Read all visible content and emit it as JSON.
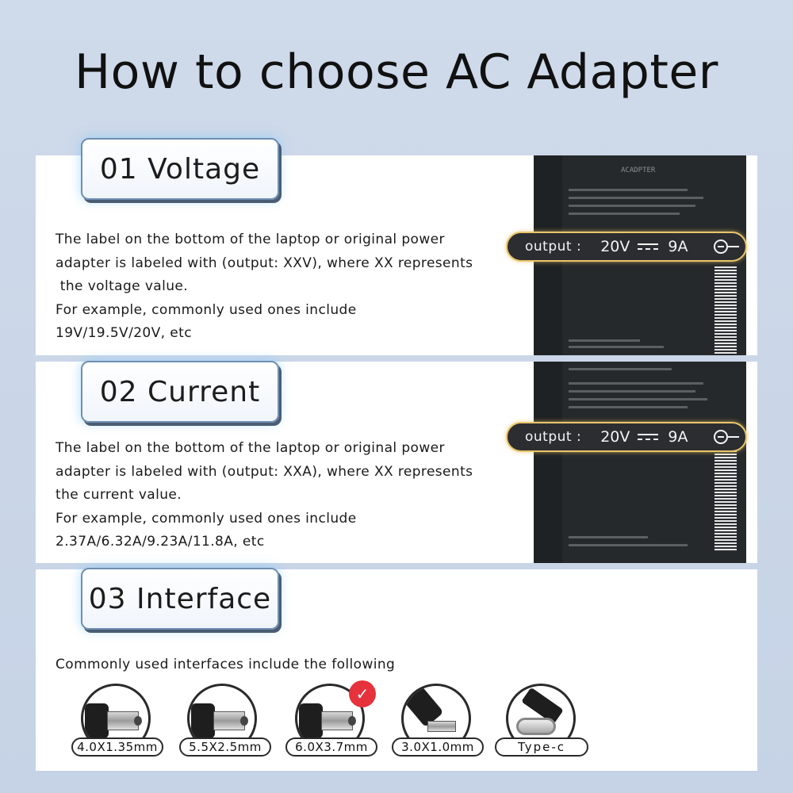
{
  "title": "How to choose AC Adapter",
  "sections": [
    {
      "heading": "01 Voltage",
      "lines": [
        "The label on the bottom of the laptop or original power",
        "adapter is labeled with (output: XXV), where XX represents",
        " the voltage value.",
        "For example, commonly used ones include",
        "19V/19.5V/20V, etc"
      ],
      "output": {
        "label": "output :",
        "voltage": "20V",
        "current": "9A"
      }
    },
    {
      "heading": "02 Current",
      "lines": [
        "The label on the bottom of the laptop or original power",
        "adapter is labeled with (output: XXA), where XX represents",
        "the current value.",
        "For example, commonly used ones include",
        "2.37A/6.32A/9.23A/11.8A, etc"
      ],
      "output": {
        "label": "output :",
        "voltage": "20V",
        "current": "9A"
      }
    },
    {
      "heading": "03 Interface",
      "lines": [
        "Commonly used interfaces include the following"
      ]
    }
  ],
  "adapter_label": "ACADPTER",
  "connectors": [
    {
      "label": "4.0X1.35mm",
      "icon": "barrel-plug-icon"
    },
    {
      "label": "5.5X2.5mm",
      "icon": "barrel-plug-icon"
    },
    {
      "label": "6.0X3.7mm",
      "icon": "barrel-plug-icon",
      "selected": true
    },
    {
      "label": "3.0X1.0mm",
      "icon": "barrel-plug-icon"
    },
    {
      "label": "Type-c",
      "icon": "usb-c-plug-icon"
    }
  ],
  "colors": {
    "background": "#cfdaea",
    "tag_border": "#6f8fb1",
    "output_border": "#e8c56a",
    "check_badge": "#e5323c"
  }
}
